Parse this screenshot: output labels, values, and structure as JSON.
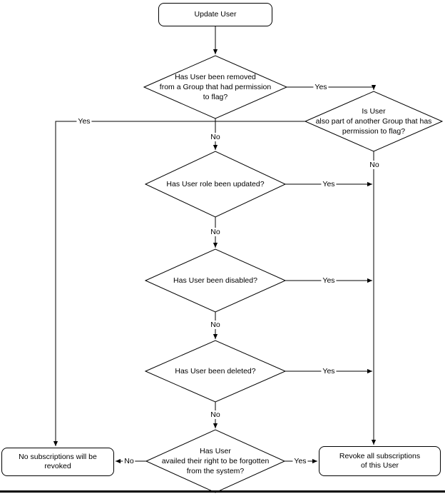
{
  "diagram": {
    "type": "flowchart",
    "colors": {
      "background": "#ffffff",
      "line": "#000000",
      "node_fill": "#ffffff",
      "node_border": "#000000",
      "text": "#000000",
      "bottom_bar": "#000000"
    },
    "nodes": [
      {
        "id": "update-user",
        "shape": "rounded-rect",
        "label": "Update User"
      },
      {
        "id": "removed-from-group",
        "shape": "diamond",
        "label": "Has User been removed\nfrom a Group that had permission\nto flag?"
      },
      {
        "id": "other-group-permission",
        "shape": "diamond",
        "label": "Is User\nalso part of another Group that has\npermission to flag?"
      },
      {
        "id": "role-updated",
        "shape": "diamond",
        "label": "Has User role been updated?"
      },
      {
        "id": "user-disabled",
        "shape": "diamond",
        "label": "Has User been disabled?"
      },
      {
        "id": "user-deleted",
        "shape": "diamond",
        "label": "Has User been deleted?"
      },
      {
        "id": "right-to-be-forgotten",
        "shape": "diamond",
        "label": "Has User\navailed their right to be forgotten\nfrom the system?"
      },
      {
        "id": "no-subscriptions-revoked",
        "shape": "rounded-rect",
        "label": "No subscriptions will be revoked"
      },
      {
        "id": "revoke-all-subscriptions",
        "shape": "rounded-rect",
        "label": "Revoke all subscriptions\nof this User"
      }
    ],
    "edges": [
      {
        "from": "update-user",
        "to": "removed-from-group",
        "label": ""
      },
      {
        "from": "removed-from-group",
        "to": "other-group-permission",
        "label": "Yes"
      },
      {
        "from": "removed-from-group",
        "to": "role-updated",
        "label": "No"
      },
      {
        "from": "other-group-permission",
        "to": "no-subscriptions-revoked",
        "label": "Yes"
      },
      {
        "from": "other-group-permission",
        "to": "revoke-all-subscriptions",
        "label": "No"
      },
      {
        "from": "role-updated",
        "to": "revoke-all-subscriptions",
        "label": "Yes"
      },
      {
        "from": "role-updated",
        "to": "user-disabled",
        "label": "No"
      },
      {
        "from": "user-disabled",
        "to": "revoke-all-subscriptions",
        "label": "Yes"
      },
      {
        "from": "user-disabled",
        "to": "user-deleted",
        "label": "No"
      },
      {
        "from": "user-deleted",
        "to": "revoke-all-subscriptions",
        "label": "Yes"
      },
      {
        "from": "user-deleted",
        "to": "right-to-be-forgotten",
        "label": "No"
      },
      {
        "from": "right-to-be-forgotten",
        "to": "revoke-all-subscriptions",
        "label": "Yes"
      },
      {
        "from": "right-to-be-forgotten",
        "to": "no-subscriptions-revoked",
        "label": "No"
      }
    ]
  }
}
